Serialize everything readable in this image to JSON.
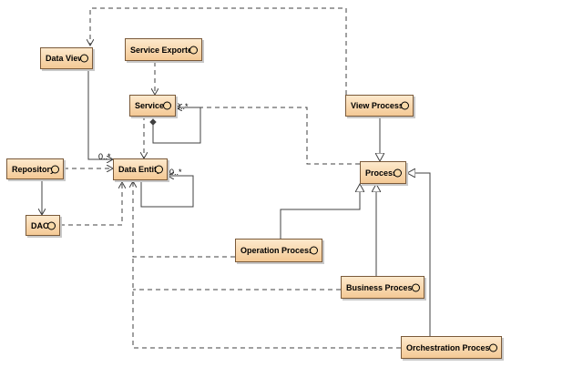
{
  "nodes": {
    "data_view": "Data View",
    "service_exporter": "Service Exporter",
    "service": "Service",
    "view_process": "View Process",
    "repository": "Repository",
    "data_entity": "Data Entity",
    "process": "Process",
    "dao": "DAO",
    "operation_process": "Operation Process",
    "business_process": "Business Process",
    "orchestration_process": "Orchestration Process"
  },
  "multiplicities": {
    "service_self": "0..*",
    "data_entity_in": "0..*",
    "data_entity_self": "0..*"
  },
  "colors": {
    "box_top": "#fde9cc",
    "box_bottom": "#f4c995",
    "border": "#7a5a3a",
    "line": "#404040"
  }
}
